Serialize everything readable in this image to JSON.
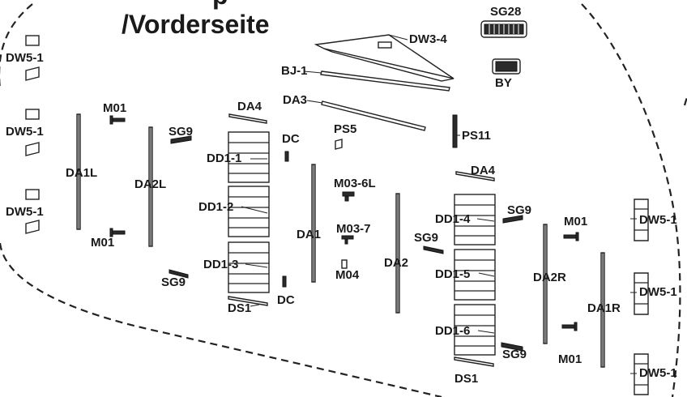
{
  "title": {
    "top_fragment": "p",
    "main": "/Vorderseite"
  },
  "parts": {
    "sg28": "SG28",
    "dw3_4": "DW3-4",
    "by": "BY",
    "bj_1": "BJ-1",
    "da3": "DA3",
    "ps5": "PS5",
    "ps11": "PS11",
    "da4_left": "DA4",
    "da4_right": "DA4",
    "sg9_1": "SG9",
    "sg9_2": "SG9",
    "sg9_3": "SG9",
    "sg9_4": "SG9",
    "sg9_5": "SG9",
    "dc_top": "DC",
    "dc_bottom": "DC",
    "dd1_1": "DD1-1",
    "dd1_2": "DD1-2",
    "dd1_3": "DD1-3",
    "dd1_4": "DD1-4",
    "dd1_5": "DD1-5",
    "dd1_6": "DD1-6",
    "ds1_left": "DS1",
    "ds1_right": "DS1",
    "m01_1": "M01",
    "m01_2": "M01",
    "m01_3": "M01",
    "m01_4": "M01",
    "m03_6l": "M03-6L",
    "m03_7": "M03-7",
    "m04": "M04",
    "da1": "DA1",
    "da2": "DA2",
    "da1l": "DA1L",
    "da2l": "DA2L",
    "da2r": "DA2R",
    "da1r": "DA1R",
    "dw5_1_a": "DW5-1",
    "dw5_1_b": "DW5-1",
    "dw5_1_c": "DW5-1",
    "dw5_1_d": "DW5-1",
    "dw5_1_e": "DW5-1",
    "dw5_1_f": "DW5-1"
  }
}
